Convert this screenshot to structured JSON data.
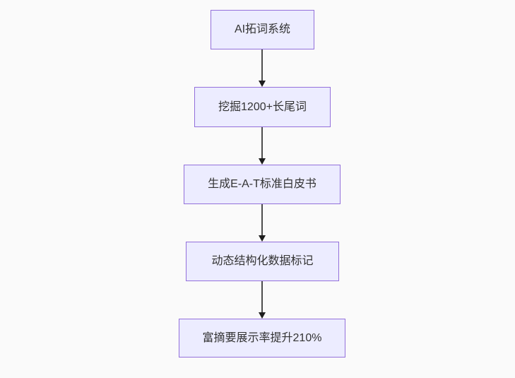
{
  "flowchart": {
    "type": "flowchart-top-down",
    "colors": {
      "background": "#fafafa",
      "node_fill": "#ECECFF",
      "node_border": "#9370DB",
      "text": "#333333",
      "edge_line": "#4d4d4d",
      "arrow_head": "#1d1d1d"
    },
    "nodes": [
      {
        "id": "ai-word-expansion-system",
        "label": "AI拓词系统"
      },
      {
        "id": "mine-longtail-keywords",
        "label": "挖掘1200+长尾词"
      },
      {
        "id": "generate-eat-whitepaper",
        "label": "生成E-A-T标准白皮书"
      },
      {
        "id": "dynamic-structured-data",
        "label": "动态结构化数据标记"
      },
      {
        "id": "rich-snippet-uplift",
        "label": "富摘要展示率提升210%"
      }
    ],
    "edges": [
      {
        "from": 0,
        "to": 1
      },
      {
        "from": 1,
        "to": 2
      },
      {
        "from": 2,
        "to": 3
      },
      {
        "from": 3,
        "to": 4
      }
    ]
  }
}
